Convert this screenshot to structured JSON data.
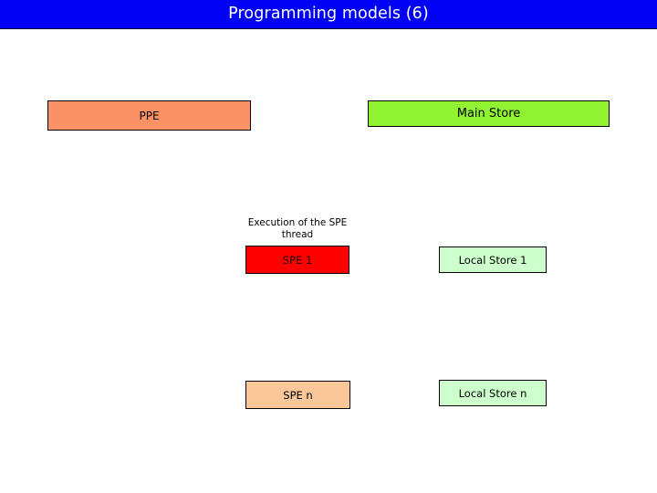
{
  "slide": {
    "title": "Programming models (6)",
    "title_bar_color": "#0000f5",
    "title_text_color": "#ffffff",
    "background_color": "#ffffff"
  },
  "diagram": {
    "blocks": [
      {
        "id": "ppe",
        "label": "PPE",
        "fill": "#fa9264",
        "border": "#000000"
      },
      {
        "id": "main-store",
        "label": "Main Store",
        "fill": "#90f230",
        "border": "#000000"
      },
      {
        "id": "spe-1",
        "label": "SPE 1",
        "fill": "#ff0000",
        "border": "#000000"
      },
      {
        "id": "local-store-1",
        "label": "Local Store 1",
        "fill": "#ccffcc",
        "border": "#000000"
      },
      {
        "id": "spe-n",
        "label": "SPE n",
        "fill": "#fac79a",
        "border": "#000000"
      },
      {
        "id": "local-store-n",
        "label": "Local Store n",
        "fill": "#ccffcc",
        "border": "#000000"
      }
    ],
    "annotations": [
      {
        "id": "spe-thread-note",
        "line1": "Execution of the SPE",
        "line2": "thread"
      }
    ]
  }
}
